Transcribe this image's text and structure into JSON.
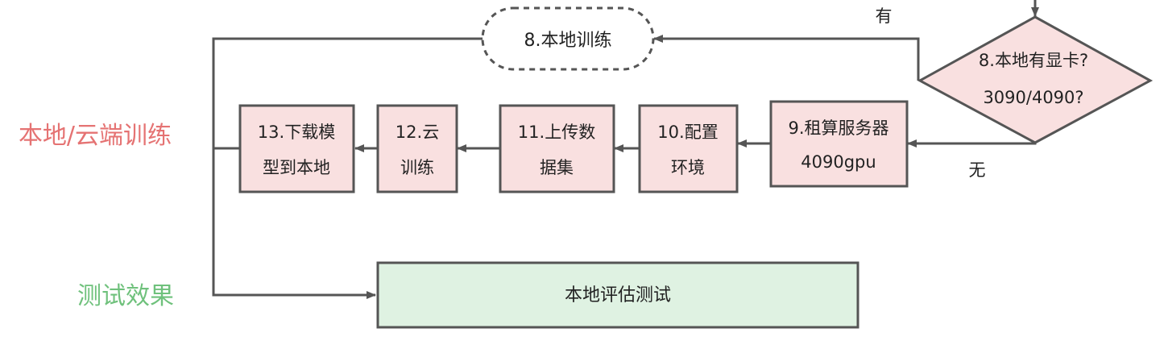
{
  "side_labels": {
    "training": "本地/云端训练",
    "testing": "测试效果"
  },
  "nodes": {
    "local_train": "8.本地训练",
    "gpu_check_line1": "8.本地有显卡?",
    "gpu_check_line2": "3090/4090?",
    "rent_server_line1": "9.租算服务器",
    "rent_server_line2": "4090gpu",
    "configure_env_line1": "10.配置",
    "configure_env_line2": "环境",
    "upload_dataset_line1": "11.上传数",
    "upload_dataset_line2": "据集",
    "cloud_train_line1": "12.云",
    "cloud_train_line2": "训练",
    "download_model_line1": "13.下载模",
    "download_model_line2": "型到本地",
    "local_eval": "本地评估测试"
  },
  "edge_labels": {
    "yes": "有",
    "no": "无"
  },
  "colors": {
    "side_training": "#e57373",
    "side_testing": "#6fc17c",
    "pink_fill": "#f9e0e0",
    "green_fill": "#dff2e2",
    "stroke": "#555555"
  }
}
